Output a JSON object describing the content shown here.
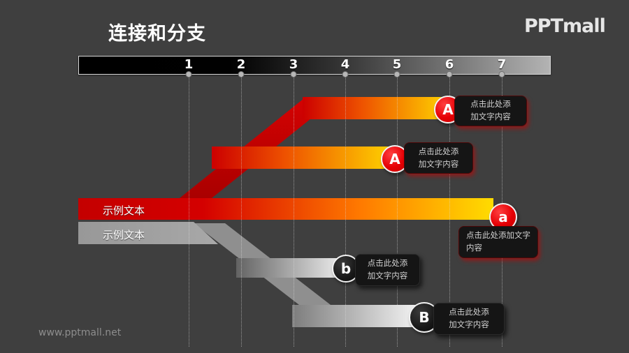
{
  "slide": {
    "title": "连接和分支",
    "logo": "PPTmall",
    "watermark": "www.pptmall.net"
  },
  "scale": {
    "ticks": [
      "1",
      "2",
      "3",
      "4",
      "5",
      "6",
      "7"
    ]
  },
  "bars": {
    "red_main_label": "示例文本",
    "gray_main_label": "示例文本"
  },
  "branches": [
    {
      "id": "top-A",
      "node": "A",
      "callout_line1": "点击此处添",
      "callout_line2": "加文字内容"
    },
    {
      "id": "mid-A",
      "node": "A",
      "callout_line1": "点击此处添",
      "callout_line2": "加文字内容"
    },
    {
      "id": "main-a",
      "node": "a",
      "callout_line1": "点击此处添加文字",
      "callout_line2": "内容"
    },
    {
      "id": "low-b",
      "node": "b",
      "callout_line1": "点击此处添",
      "callout_line2": "加文字内容"
    },
    {
      "id": "bottom-B",
      "node": "B",
      "callout_line1": "点击此处添",
      "callout_line2": "加文字内容"
    }
  ],
  "colors": {
    "background": "#3f3f3f",
    "red": "#d10000",
    "orange": "#ff7a00",
    "yellow": "#ffd900",
    "gray": "#9a9a9a",
    "node_red": "#e60005",
    "node_dark": "#161616",
    "callout_bg": "#151515",
    "text": "#ffffff"
  }
}
